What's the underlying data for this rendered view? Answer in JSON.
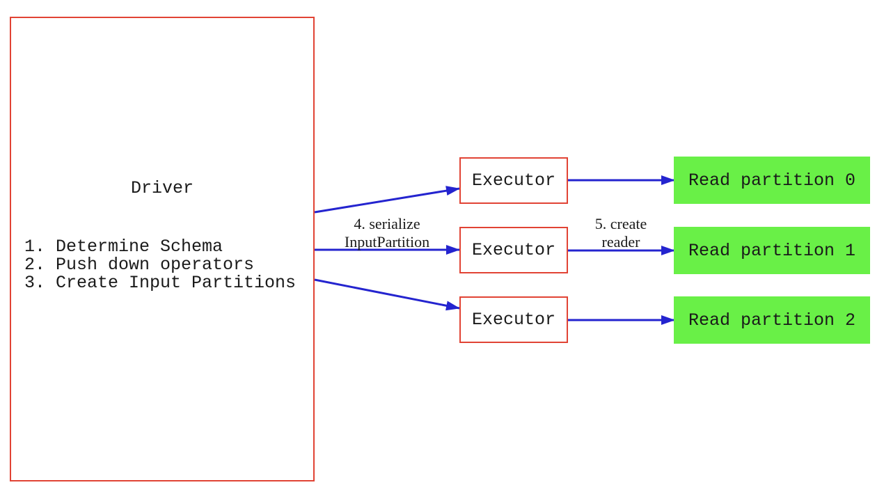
{
  "diagram": {
    "driver": {
      "title": "Driver",
      "steps": [
        "1. Determine Schema",
        "2. Push down operators",
        "3. Create Input Partitions"
      ]
    },
    "executors": [
      {
        "label": "Executor"
      },
      {
        "label": "Executor"
      },
      {
        "label": "Executor"
      }
    ],
    "read_partitions": [
      {
        "label": "Read partition 0"
      },
      {
        "label": "Read partition 1"
      },
      {
        "label": "Read partition 2"
      }
    ],
    "edge_labels": {
      "serialize_line1": "4. serialize",
      "serialize_line2": "InputPartition",
      "create_reader_line1": "5. create",
      "create_reader_line2": "reader"
    },
    "colors": {
      "box_border_red": "#e14334",
      "arrow_blue": "#2424cf",
      "partition_green": "#69f047",
      "text_black": "#1a1a1a"
    }
  }
}
